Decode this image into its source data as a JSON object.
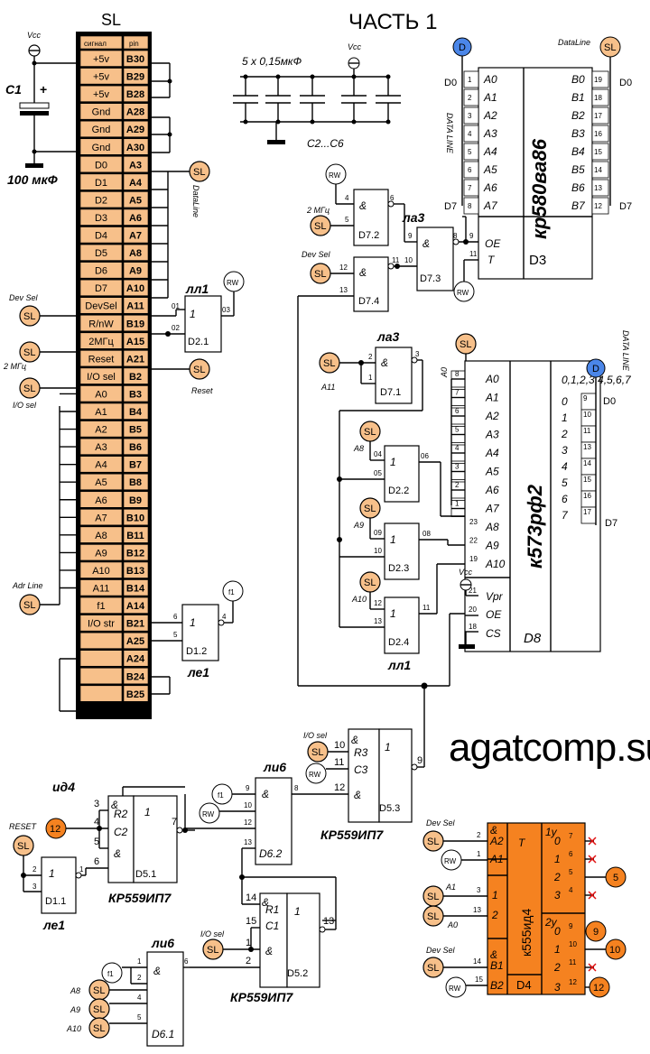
{
  "title": "ЧАСТЬ 1",
  "site": "agatcomp.su",
  "connector": {
    "name": "SL",
    "header_signal": "сигнал",
    "header_pin": "pin",
    "rows": [
      {
        "signal": "+5v",
        "pin": "B30"
      },
      {
        "signal": "+5v",
        "pin": "B29"
      },
      {
        "signal": "+5v",
        "pin": "B28"
      },
      {
        "signal": "Gnd",
        "pin": "A28"
      },
      {
        "signal": "Gnd",
        "pin": "A29"
      },
      {
        "signal": "Gnd",
        "pin": "A30"
      },
      {
        "signal": "D0",
        "pin": "A3"
      },
      {
        "signal": "D1",
        "pin": "A4"
      },
      {
        "signal": "D2",
        "pin": "A5"
      },
      {
        "signal": "D3",
        "pin": "A6"
      },
      {
        "signal": "D4",
        "pin": "A7"
      },
      {
        "signal": "D5",
        "pin": "A8"
      },
      {
        "signal": "D6",
        "pin": "A9"
      },
      {
        "signal": "D7",
        "pin": "A10"
      },
      {
        "signal": "DevSel",
        "pin": "A11"
      },
      {
        "signal": "R/nW",
        "pin": "B19"
      },
      {
        "signal": "2МГц",
        "pin": "A15"
      },
      {
        "signal": "Reset",
        "pin": "A21"
      },
      {
        "signal": "I/O sel",
        "pin": "B2"
      },
      {
        "signal": "A0",
        "pin": "B3"
      },
      {
        "signal": "A1",
        "pin": "B4"
      },
      {
        "signal": "A2",
        "pin": "B5"
      },
      {
        "signal": "A3",
        "pin": "B6"
      },
      {
        "signal": "A4",
        "pin": "B7"
      },
      {
        "signal": "A5",
        "pin": "B8"
      },
      {
        "signal": "A6",
        "pin": "B9"
      },
      {
        "signal": "A7",
        "pin": "B10"
      },
      {
        "signal": "A8",
        "pin": "B11"
      },
      {
        "signal": "A9",
        "pin": "B12"
      },
      {
        "signal": "A10",
        "pin": "B13"
      },
      {
        "signal": "A11",
        "pin": "B14"
      },
      {
        "signal": "f1",
        "pin": "A14"
      },
      {
        "signal": "I/O str",
        "pin": "B21"
      },
      {
        "signal": "",
        "pin": "A25"
      },
      {
        "signal": "",
        "pin": "A24"
      },
      {
        "signal": "",
        "pin": "B24"
      },
      {
        "signal": "",
        "pin": "B25"
      }
    ]
  },
  "labels": {
    "vcc": "Vcc",
    "c1": "C1",
    "c1_value": "100 мкФ",
    "caps": "5 x 0,15мкФ",
    "caps_ref": "C2...C6",
    "sl": "SL",
    "rw": "RW",
    "f1": "f1",
    "dataline": "DataLine",
    "dataline_caps": "DATA LINE",
    "dev_sel": "Dev Sel",
    "two_mhz": "2 МГц",
    "io_sel": "I/O sel",
    "io_sel_lower": "I/O sel",
    "reset": "Reset",
    "reset_caps": "RESET",
    "adr_line": "Adr Line",
    "a8": "A8",
    "a9": "A9",
    "a10": "A10",
    "a11": "A11",
    "a0": "A0",
    "a1": "A1",
    "d0": "D0",
    "d7": "D7",
    "plus": "+",
    "one": "1",
    "amp": "&"
  },
  "chips": {
    "d3": {
      "part": "кр580ва86",
      "ref": "D3",
      "oe": "OE",
      "t": "T",
      "a": [
        "A0",
        "A1",
        "A2",
        "A3",
        "A4",
        "A5",
        "A6",
        "A7"
      ],
      "b": [
        "B0",
        "B1",
        "B2",
        "B3",
        "B4",
        "B5",
        "B6",
        "B7"
      ],
      "apins": [
        "1",
        "2",
        "3",
        "4",
        "5",
        "6",
        "7",
        "8"
      ],
      "bpins": [
        "19",
        "18",
        "17",
        "16",
        "15",
        "14",
        "13",
        "12"
      ],
      "oe_pin": "9",
      "t_pin": "11"
    },
    "d8": {
      "part": "к573рф2",
      "ref": "D8",
      "dio": [
        "0",
        "1",
        "2",
        "3",
        "4",
        "5",
        "6",
        "7"
      ],
      "vpr": "Vpr",
      "oe": "OE",
      "cs": "CS",
      "a": [
        "A0",
        "A1",
        "A2",
        "A3",
        "A4",
        "A5",
        "A6",
        "A7",
        "A8",
        "A9",
        "A10"
      ],
      "apins": [
        "8",
        "7",
        "6",
        "5",
        "4",
        "3",
        "2",
        "1",
        "23",
        "22",
        "19"
      ],
      "diopins": [
        "9",
        "10",
        "11",
        "13",
        "14",
        "15",
        "16",
        "17"
      ],
      "vpr_pin": "21",
      "oe_pin": "20",
      "cs_pin": "18"
    },
    "d4": {
      "part": "к555ид4",
      "ref": "D4",
      "t": "T",
      "a2": "A2",
      "a1": "A1",
      "one": "1",
      "two": "2",
      "b1": "B1",
      "b2": "B2",
      "amp": "&",
      "y1": "1y",
      "y2": "2y",
      "outs": [
        "0",
        "1",
        "2",
        "3",
        "0",
        "1",
        "2",
        "3"
      ],
      "out_pins": [
        "7",
        "6",
        "5",
        "4",
        "9",
        "10",
        "11",
        "12"
      ],
      "in_pins": [
        "2",
        "1",
        "3",
        "13",
        "14",
        "15"
      ],
      "n5": "5",
      "n9": "9",
      "n10": "10",
      "n12": "12"
    },
    "la3": "ла3",
    "ll1": "лл1",
    "le1": "ле1",
    "li6": "ли6",
    "id4": "ид4",
    "ip7": "КР559ИП7",
    "d72": "D7.2",
    "d73": "D7.3",
    "d74": "D7.4",
    "d71": "D7.1",
    "d21": "D2.1",
    "d22": "D2.2",
    "d23": "D2.3",
    "d24": "D2.4",
    "d12": "D1.2",
    "d11": "D1.1",
    "d51": "D5.1",
    "d52": "D5.2",
    "d53": "D5.3",
    "d61": "D6.1",
    "d62": "D6.2"
  },
  "colors": {
    "connector": "#f7c08a",
    "sl": "#f7c08a",
    "d_blue": "#4b86e8",
    "orange": "#f58220",
    "red": "#e01010"
  }
}
